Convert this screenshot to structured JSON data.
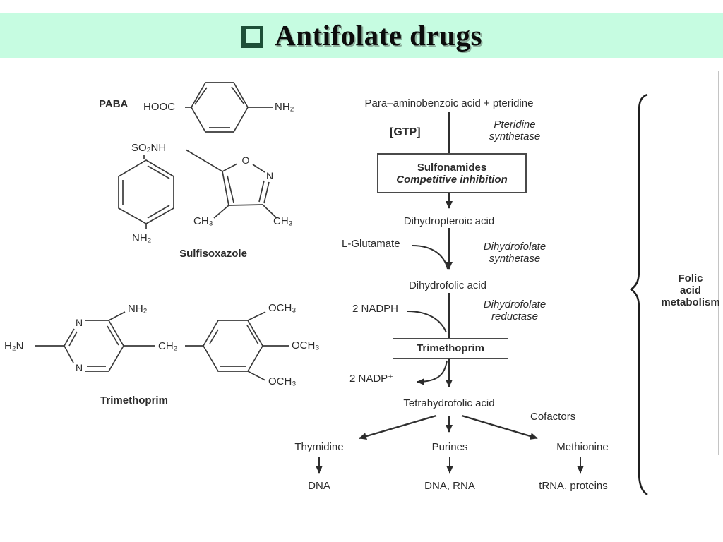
{
  "title": {
    "text": "Antifolate drugs"
  },
  "colors": {
    "band_mint": "#c6fce1",
    "bullet_green": "#1d4f38",
    "ink": "#2b2b2b"
  },
  "structures": {
    "paba": {
      "label": "PABA",
      "acid_group": "HOOC",
      "amine_group": "NH₂"
    },
    "sulfisoxazole": {
      "label": "Sulfisoxazole",
      "sulfonamide_group": "SO₂NH",
      "amine_group": "NH₂",
      "ring_oxygen": "O",
      "ring_nitrogen": "N",
      "methyl_left": "CH₃",
      "methyl_right": "CH₃"
    },
    "trimethoprim": {
      "label": "Trimethoprim",
      "amine_left": "H₂N",
      "amine_top": "NH₂",
      "ring_nitrogen_top": "N",
      "ring_nitrogen_bottom": "N",
      "bridge": "CH₂",
      "methoxy_top": "OCH₃",
      "methoxy_middle": "OCH₃",
      "methoxy_bottom": "OCH₃"
    }
  },
  "pathway": {
    "start": "Para–aminobenzoic acid + pteridine",
    "gtp": "[GTP]",
    "enzyme1": "Pteridine\nsynthetase",
    "box1_line1": "Sulfonamides",
    "box1_line2": "Competitive inhibition",
    "node_dihydropteroic": "Dihydropteroic acid",
    "cosubstrate1": "L-Glutamate",
    "enzyme2": "Dihydrofolate\nsynthetase",
    "node_dihydrofolic": "Dihydrofolic acid",
    "cosubstrate2": "2 NADPH",
    "enzyme3": "Dihydrofolate\nreductase",
    "box2_label": "Trimethoprim",
    "byproduct": "2 NADP⁺",
    "node_tetrahydrofolic": "Tetrahydrofolic acid",
    "cofactors": "Cofactors",
    "branches": [
      {
        "product": "Thymidine",
        "end": "DNA"
      },
      {
        "product": "Purines",
        "end": "DNA, RNA"
      },
      {
        "product": "Methionine",
        "end": "tRNA, proteins"
      }
    ],
    "brace_label": "Folic\nacid\nmetabolism"
  }
}
